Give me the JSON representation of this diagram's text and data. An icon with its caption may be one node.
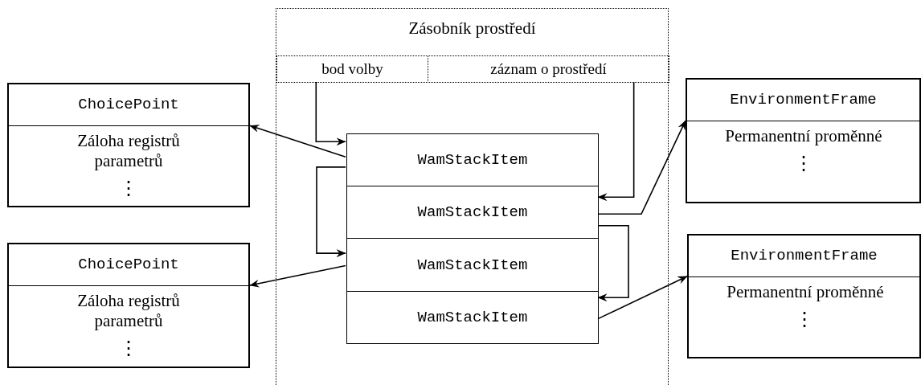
{
  "diagram": {
    "nodes": [
      {
        "text": [
          "Zásobník prostředí"
        ]
      },
      {
        "text": [
          "bod volby"
        ],
        "in": 0
      },
      {
        "text": [
          "záznam o prostředí"
        ],
        "in": 0
      },
      {
        "text": [
          "WamStackItem"
        ],
        "in": 0
      },
      {
        "text": [
          "WamStackItem"
        ],
        "in": 0
      },
      {
        "text": [
          "WamStackItem"
        ],
        "in": 0
      },
      {
        "text": [
          "WamStackItem"
        ],
        "in": 0
      },
      {
        "text": [
          "ChoicePoint",
          "Záloha registrů parametrů",
          "⋮"
        ]
      },
      {
        "text": [
          "ChoicePoint",
          "Záloha registrů parametrů",
          "⋮"
        ]
      },
      {
        "text": [
          "EnvironmentFrame",
          "Permanentní proměnné",
          "⋮"
        ]
      },
      {
        "text": [
          "EnvironmentFrame",
          "Permanentní proměnné",
          "⋮"
        ]
      }
    ],
    "edges": [
      {
        "from": 1,
        "to": 3,
        "arrow": "to"
      },
      {
        "from": 2,
        "to": 4,
        "arrow": "to"
      },
      {
        "from": 3,
        "to": 7,
        "arrow": "to"
      },
      {
        "from": 3,
        "to": 5,
        "arrow": "to"
      },
      {
        "from": 5,
        "to": 8,
        "arrow": "to"
      },
      {
        "from": 4,
        "to": 9,
        "arrow": "to"
      },
      {
        "from": 4,
        "to": 6,
        "arrow": "to"
      },
      {
        "from": 6,
        "to": 10,
        "arrow": "to"
      }
    ]
  }
}
